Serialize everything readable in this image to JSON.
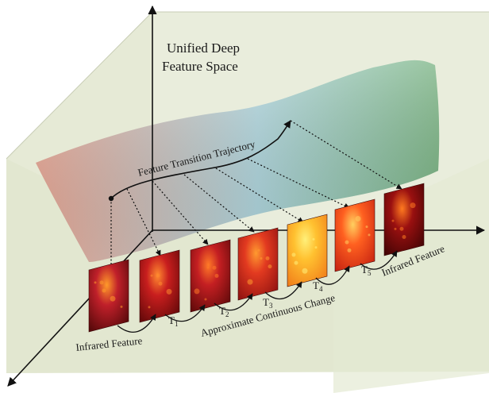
{
  "diagram": {
    "space_title_line1": "Unified Deep",
    "space_title_line2": "Feature Space",
    "trajectory_label": "Feature Transition Trajectory",
    "left_feature_label": "Infrared Feature",
    "right_feature_label": "Infrared Feature",
    "change_label": "Approximate Continuous Change",
    "transitions": [
      {
        "base": "T",
        "sub": "1"
      },
      {
        "base": "T",
        "sub": "2"
      },
      {
        "base": "T",
        "sub": "3"
      },
      {
        "base": "T",
        "sub": "4"
      },
      {
        "base": "T",
        "sub": "5"
      }
    ],
    "frames": [
      {
        "name": "infrared-frame-1",
        "top": "#c0202a",
        "bottom": "#4a0606",
        "glow": "#ff9a2a"
      },
      {
        "name": "infrared-frame-2",
        "top": "#c81e1e",
        "bottom": "#5a0707",
        "glow": "#ff8a30"
      },
      {
        "name": "infrared-frame-3",
        "top": "#c41f22",
        "bottom": "#580808",
        "glow": "#ff7a28"
      },
      {
        "name": "infrared-frame-4",
        "top": "#e23a20",
        "bottom": "#8a0f0f",
        "glow": "#ff9a30"
      },
      {
        "name": "infrared-frame-5",
        "top": "#ffc130",
        "bottom": "#f07818",
        "glow": "#fff07a"
      },
      {
        "name": "infrared-frame-6",
        "top": "#ff6020",
        "bottom": "#c21e10",
        "glow": "#ffd060"
      },
      {
        "name": "infrared-frame-7",
        "top": "#9a1010",
        "bottom": "#3a0303",
        "glow": "#ff7a20"
      }
    ],
    "colors": {
      "cube_back": "#e9eddc",
      "cube_front": "#e2e7d0",
      "cube_edge": "#c8cdb5",
      "surface_left": "#e8a08e",
      "surface_mid": "#a8d2dc",
      "surface_right": "#6fae7a",
      "axis": "#111111"
    }
  }
}
